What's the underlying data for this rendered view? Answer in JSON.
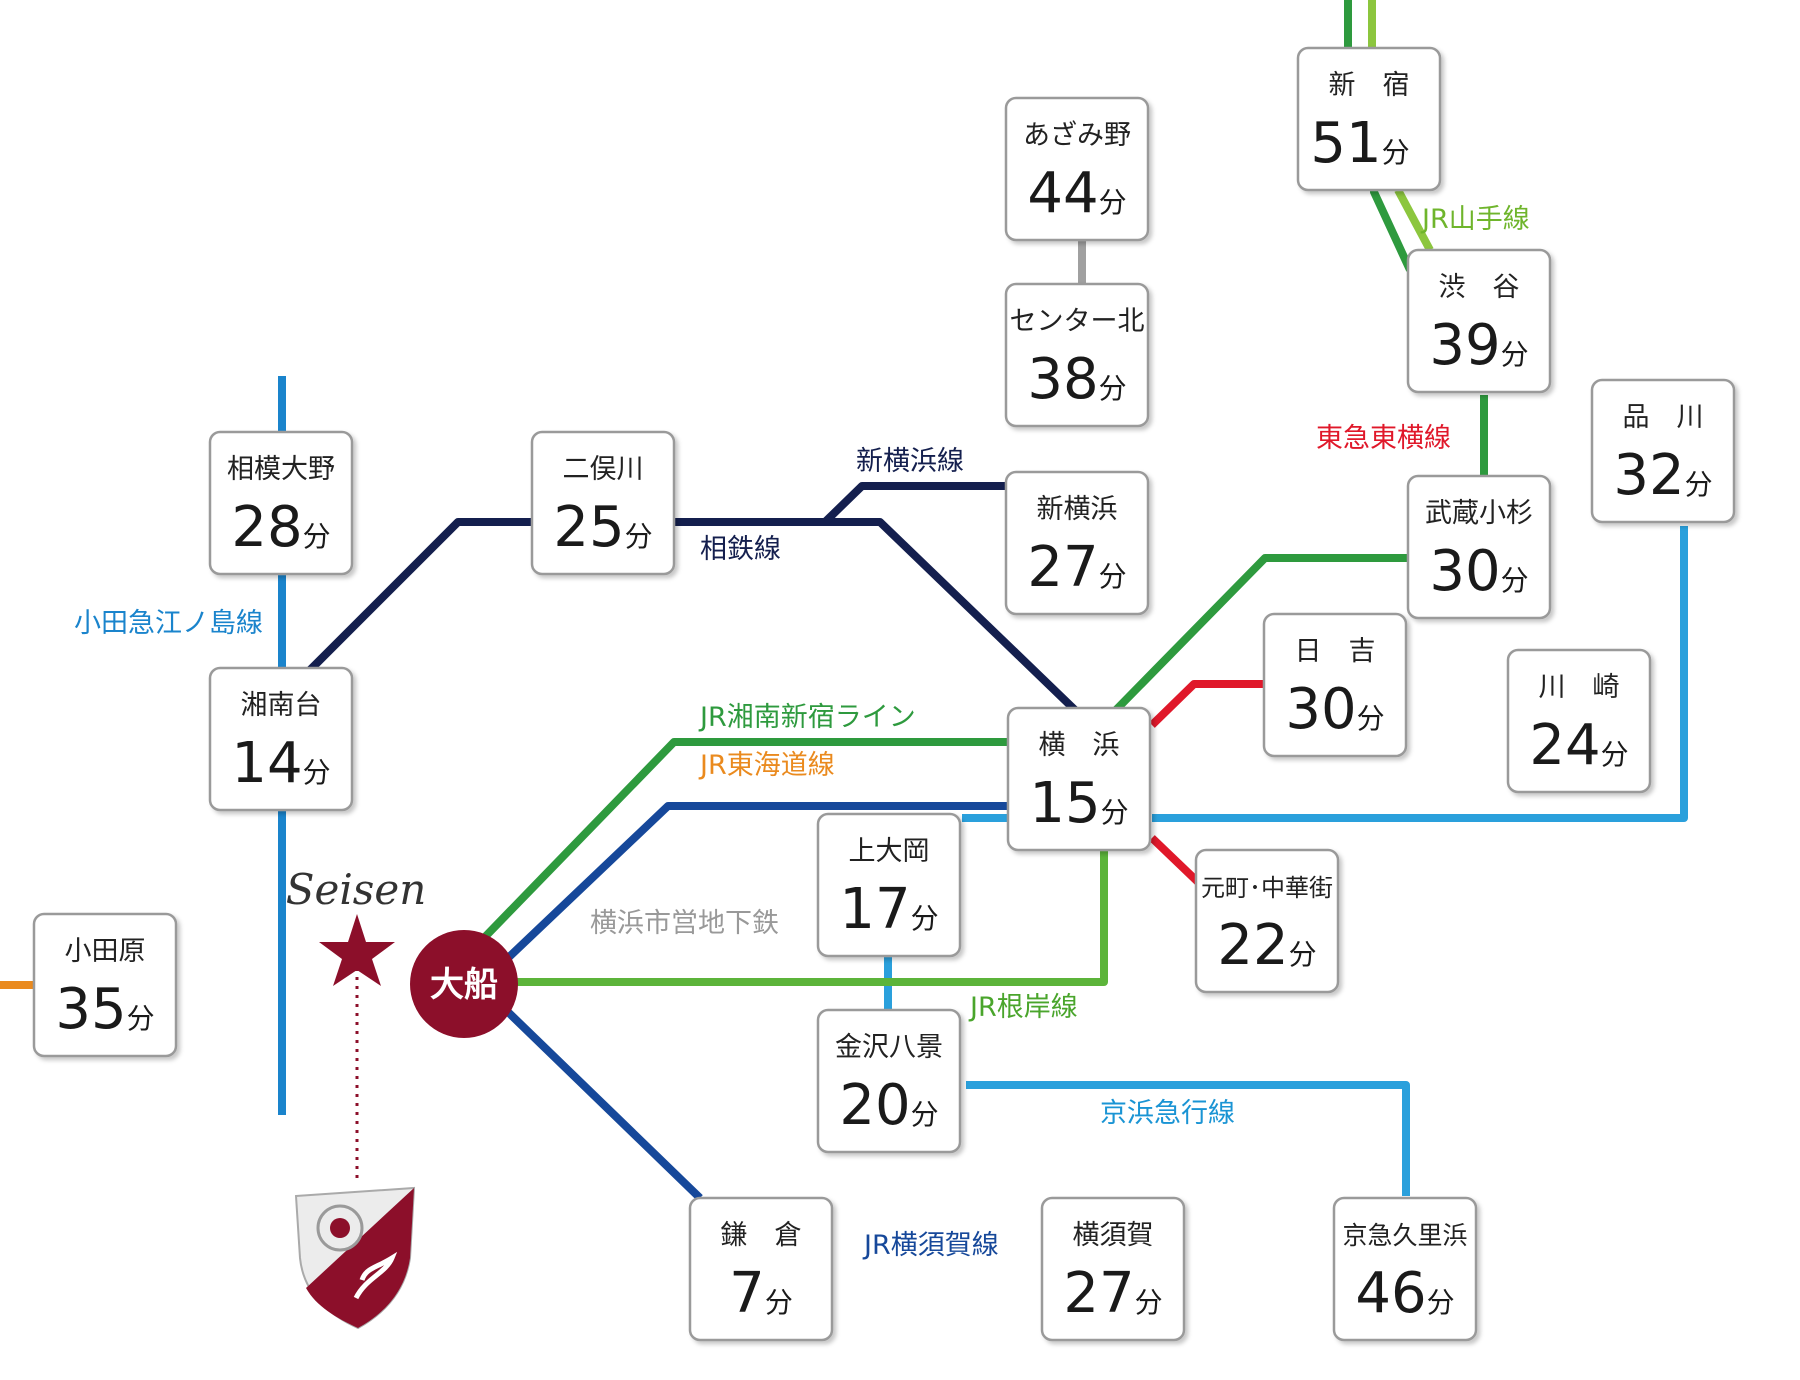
{
  "colors": {
    "jr_shonan_shinjuku": "#2e9a3e",
    "jr_tokaido": "#ea8a1e",
    "jr_yokosuka": "#16489a",
    "jr_negishi": "#5cb43a",
    "jr_yamanote": "#8cc63e",
    "keihin_tohoku": "#2aa0dc",
    "sotetsu": "#141f4e",
    "subway": "#a0a0a0",
    "tokyu": "#e0182a",
    "odakyu": "#1a84cc",
    "keikyu": "#2aa0dc",
    "ofuna": "#8c0f2a"
  },
  "stations": {
    "shinjuku": {
      "name": "新　宿",
      "time": "51",
      "unit": "分"
    },
    "azamino": {
      "name": "あざみ野",
      "time": "44",
      "unit": "分"
    },
    "center_kita": {
      "name": "センター北",
      "time": "38",
      "unit": "分"
    },
    "shibuya": {
      "name": "渋　谷",
      "time": "39",
      "unit": "分"
    },
    "shinagawa": {
      "name": "品　川",
      "time": "32",
      "unit": "分"
    },
    "sagami_ono": {
      "name": "相模大野",
      "time": "28",
      "unit": "分"
    },
    "futamatagawa": {
      "name": "二俣川",
      "time": "25",
      "unit": "分"
    },
    "shin_yokohama": {
      "name": "新横浜",
      "time": "27",
      "unit": "分"
    },
    "musashi_kosugi": {
      "name": "武蔵小杉",
      "time": "30",
      "unit": "分"
    },
    "hiyoshi": {
      "name": "日　吉",
      "time": "30",
      "unit": "分"
    },
    "kawasaki": {
      "name": "川　崎",
      "time": "24",
      "unit": "分"
    },
    "shonandai": {
      "name": "湘南台",
      "time": "14",
      "unit": "分"
    },
    "yokohama": {
      "name": "横　浜",
      "time": "15",
      "unit": "分"
    },
    "kamiooka": {
      "name": "上大岡",
      "time": "17",
      "unit": "分"
    },
    "motomachi": {
      "name": "元町･中華街",
      "time": "22",
      "unit": "分"
    },
    "odawara": {
      "name": "小田原",
      "time": "35",
      "unit": "分"
    },
    "kanazawa_hakkei": {
      "name": "金沢八景",
      "time": "20",
      "unit": "分"
    },
    "kamakura": {
      "name": "鎌　倉",
      "time": "7",
      "unit": "分"
    },
    "yokosuka": {
      "name": "横須賀",
      "time": "27",
      "unit": "分"
    },
    "keikyu_kurihama": {
      "name": "京急久里浜",
      "time": "46",
      "unit": "分"
    }
  },
  "hub": {
    "name": "大船"
  },
  "school": {
    "logo_text": "Seisen"
  },
  "line_labels": {
    "yamanote": "JR山手線",
    "tokyu": "東急東横線",
    "shin_yokohama_line": "新横浜線",
    "sotetsu": "相鉄線",
    "odakyu": "小田急江ノ島線",
    "shonan_shinjuku": "JR湘南新宿ライン",
    "tokaido": "JR東海道線",
    "subway": "横浜市営地下鉄",
    "negishi": "JR根岸線",
    "keikyu": "京浜急行線",
    "yokosuka": "JR横須賀線"
  }
}
